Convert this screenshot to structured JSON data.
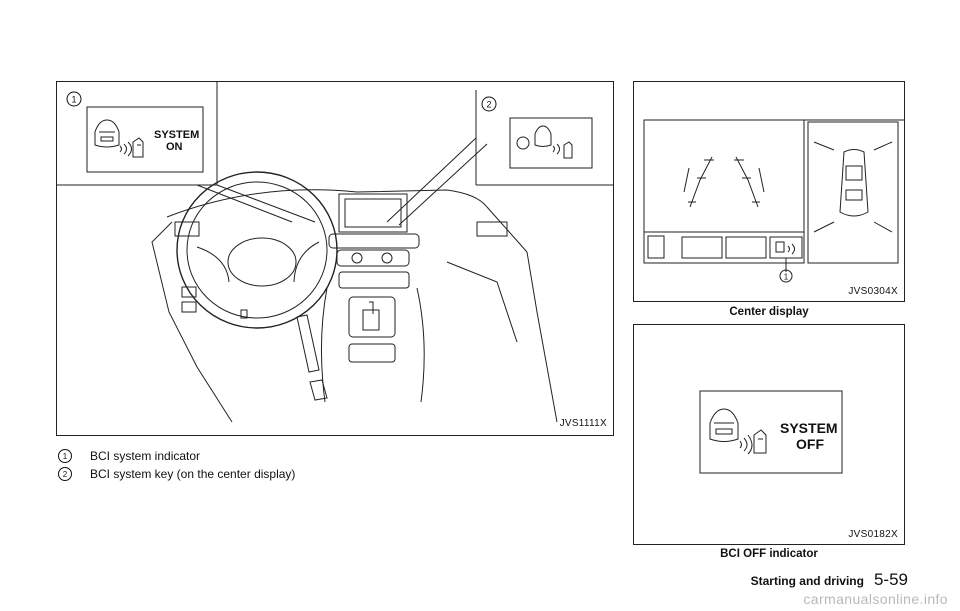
{
  "figure_main": {
    "code": "JVS1111X",
    "callout_1": "1",
    "callout_2": "2",
    "indicator_line1": "SYSTEM",
    "indicator_line2": "ON"
  },
  "legend": [
    {
      "num": "1",
      "text": "BCI system indicator"
    },
    {
      "num": "2",
      "text": "BCI system key (on the center display)"
    }
  ],
  "figure_display": {
    "code": "JVS0304X",
    "caption": "Center display",
    "callout": "1"
  },
  "figure_off": {
    "code": "JVS0182X",
    "caption": "BCI OFF indicator",
    "indicator_line1": "SYSTEM",
    "indicator_line2": "OFF"
  },
  "footer": {
    "section": "Starting and driving",
    "page": "5-59"
  },
  "watermark": "carmanualsonline.info"
}
